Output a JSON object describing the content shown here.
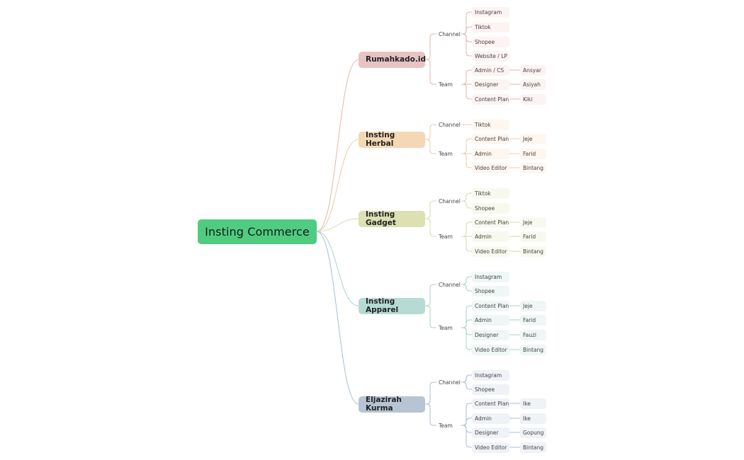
{
  "root": {
    "label": "Insting Commerce"
  },
  "branches": [
    {
      "label": "Rumahkado.id",
      "color": "#e8c3c3",
      "line": "#e3b6ad",
      "light": "#fdf3f2",
      "channel": {
        "label": "Channel",
        "items": [
          "Instagram",
          "Tiktok",
          "Shopee",
          "Website / LP"
        ]
      },
      "team": {
        "label": "Team",
        "items": [
          {
            "role": "Admin / CS",
            "person": "Ansyar"
          },
          {
            "role": "Designer",
            "person": "Asiyah"
          },
          {
            "role": "Content Plan",
            "person": "Kiki"
          }
        ]
      }
    },
    {
      "label": "Insting Herbal",
      "color": "#f4d7b4",
      "line": "#f0cba4",
      "light": "#fef6ef",
      "channel": {
        "label": "Channel",
        "items": [
          "Tiktok"
        ]
      },
      "team": {
        "label": "Team",
        "items": [
          {
            "role": "Content Plan",
            "person": "Jeje"
          },
          {
            "role": "Admin",
            "person": "Farid"
          },
          {
            "role": "Video Editor",
            "person": "Bintang"
          }
        ]
      }
    },
    {
      "label": "Insting Gadget",
      "color": "#dce0b2",
      "line": "#d6dcae",
      "light": "#f8f9ee",
      "channel": {
        "label": "Channel",
        "items": [
          "Tiktok",
          "Shopee"
        ]
      },
      "team": {
        "label": "Team",
        "items": [
          {
            "role": "Content Plan",
            "person": "Jeje"
          },
          {
            "role": "Admin",
            "person": "Farid"
          },
          {
            "role": "Video Editor",
            "person": "Bintang"
          }
        ]
      }
    },
    {
      "label": "Insting Apparel",
      "color": "#b5dbd4",
      "line": "#a9d2c8",
      "light": "#eef7f5",
      "channel": {
        "label": "Channel",
        "items": [
          "Instagram",
          "Shopee"
        ]
      },
      "team": {
        "label": "Team",
        "items": [
          {
            "role": "Content Plan",
            "person": "Jeje"
          },
          {
            "role": "Admin",
            "person": "Farid"
          },
          {
            "role": "Designer",
            "person": "Fauzi"
          },
          {
            "role": "Video Editor",
            "person": "Bintang"
          }
        ]
      }
    },
    {
      "label": "Eljazirah Kurma",
      "color": "#b7c4d3",
      "line": "#a9bdd2",
      "light": "#eff2f6",
      "channel": {
        "label": "Channel",
        "items": [
          "Instagram",
          "Shopee"
        ]
      },
      "team": {
        "label": "Team",
        "items": [
          {
            "role": "Content Plan",
            "person": "Ike"
          },
          {
            "role": "Admin",
            "person": "Ike"
          },
          {
            "role": "Designer",
            "person": "Gopung"
          },
          {
            "role": "Video Editor",
            "person": "Bintang"
          }
        ]
      }
    }
  ]
}
